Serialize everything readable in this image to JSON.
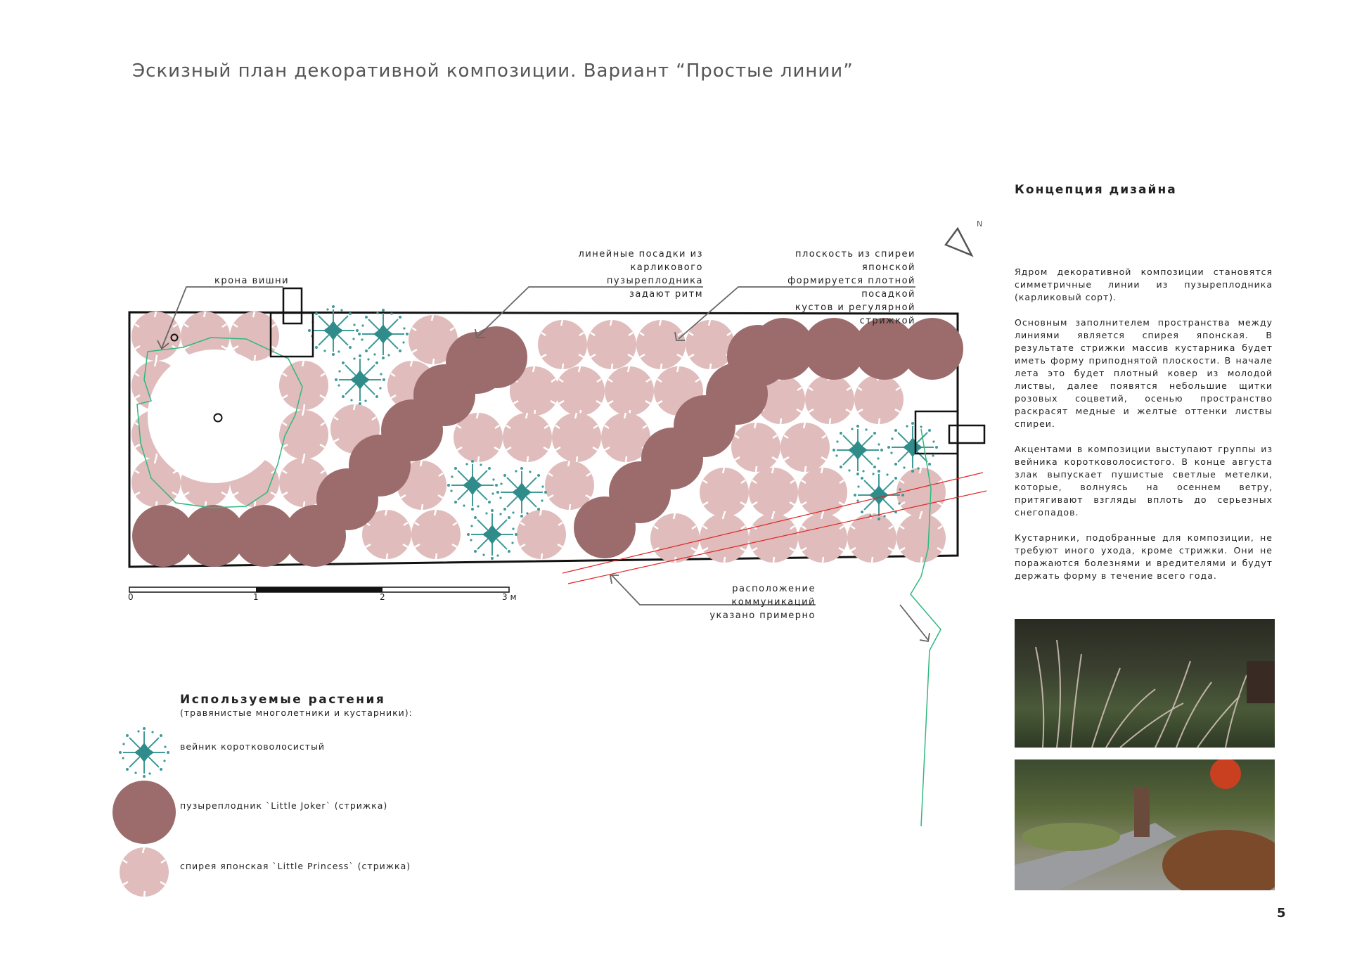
{
  "title": "Эскизный план декоративной композиции. Вариант “Простые линии”",
  "annotations": {
    "cherry": "крона вишни",
    "lines": "линейные посадки из\nкарликового пузыреплодника\nзадают ритм",
    "plane": "плоскость из спиреи японской\nформируется плотной посадкой\nкустов и регулярной стрижкой",
    "utilities": "расположение коммуникаций\nуказано примерно"
  },
  "scale": {
    "ticks": [
      "0",
      "1",
      "2",
      "3 м"
    ]
  },
  "concept": {
    "title": "Концепция дизайна",
    "paragraphs": [
      "Ядром декоративной композиции становятся симметричные линии из пузыреплодника (карликовый сорт).",
      "Основным заполнителем пространства между линиями является спирея японская. В результате стрижки массив кустарника будет иметь форму приподнятой плоскости. В начале лета это будет плотный ковер из молодой листвы, далее появятся небольшие щитки розовых соцветий, осенью пространство раскрасят медные и желтые оттенки листвы спиреи.",
      "Акцентами в композиции выступают группы из вейника коротковолосистого. В конце августа злак выпускает пушистые светлые метелки, которые, волнуясь на осеннем ветру, притягивают взгляды вплоть до серьезных снегопадов.",
      "Кустарники, подобранные для композиции, не требуют иного ухода, кроме стрижки. Они не поражаются болезнями и вредителями и будут держать форму в течение всего года."
    ]
  },
  "legend": {
    "title": "Используемые  растения",
    "subtitle": "(травянистые многолетники и кустарники):",
    "items": [
      "вейник коротковолосистый",
      "пузыреплодник `Little Joker` (стрижка)",
      "спирея японская `Little Princess` (стрижка)"
    ]
  },
  "page_number": "5",
  "colors": {
    "bladdernut": "#9c6c6c",
    "spirea": "#e0bcbc",
    "grass": "#3f9a98",
    "cherry_line": "#30b880",
    "utility_line": "#e02424",
    "north_arrow": "#555555"
  },
  "icons": {
    "north": "north-arrow-icon"
  }
}
